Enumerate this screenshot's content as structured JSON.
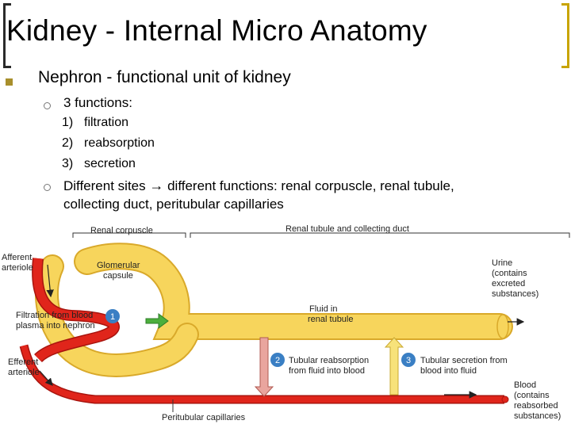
{
  "slide": {
    "title": "Kidney - Internal Micro Anatomy",
    "bullet_main": "Nephron - functional unit of kidney",
    "sub_heading": "3 functions:",
    "functions": [
      {
        "n": "1)",
        "label": "filtration"
      },
      {
        "n": "2)",
        "label": "reabsorption"
      },
      {
        "n": "3)",
        "label": "secretion"
      }
    ],
    "sites_line1_a": "Different sites",
    "sites_line1_b": "different functions: renal corpuscle, renal tubule,",
    "sites_line2": "collecting duct, peritubular capillaries"
  },
  "diagram": {
    "section_left": "Renal corpuscle",
    "section_right": "Renal tubule and collecting duct",
    "afferent": [
      "Afferent",
      "arteriole"
    ],
    "glomerular": [
      "Glomerular",
      "capsule"
    ],
    "filtration": [
      "Filtration from blood",
      "plasma into nephron"
    ],
    "step1": "1",
    "step2": "2",
    "step3": "3",
    "fluid": [
      "Fluid in",
      "renal tubule"
    ],
    "reabsorption": [
      "Tubular reabsorption",
      "from fluid into blood"
    ],
    "secretion": [
      "Tubular secretion from",
      "blood into fluid"
    ],
    "efferent": [
      "Efferent",
      "arteriole"
    ],
    "urine": [
      "Urine",
      "(contains",
      "excreted",
      "substances)"
    ],
    "blood": [
      "Blood",
      "(contains",
      "reabsorbed",
      "substances)"
    ],
    "peritubular": "Peritubular capillaries"
  },
  "colors": {
    "tubule": "#f7d55c",
    "tubule_edge": "#d9a92a",
    "vessel": "#e0251b",
    "vessel_dark": "#a8140e",
    "step_badge": "#3a7fc4",
    "accent_gold": "#a88f2c"
  }
}
